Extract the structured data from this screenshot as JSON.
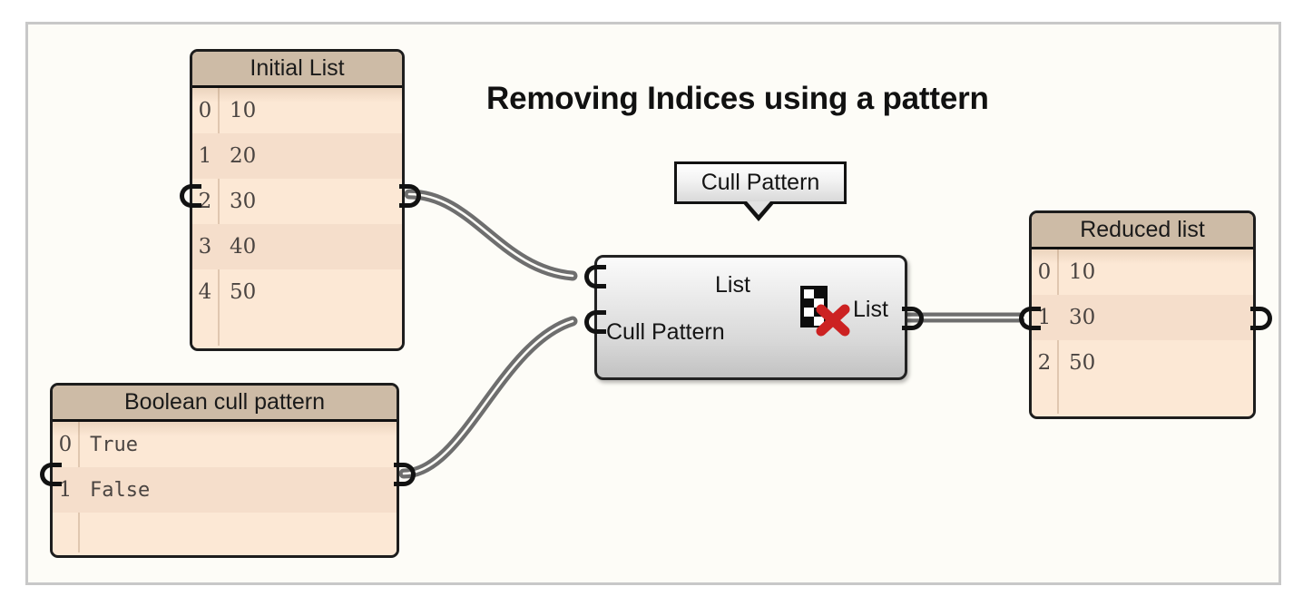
{
  "canvas": {
    "background_color": "#fdfcf7",
    "border_color": "#c8c8c8"
  },
  "title": "Removing Indices using a pattern",
  "panels": {
    "initial_list": {
      "title": "Initial List",
      "rows": [
        {
          "index": "0",
          "value": "10"
        },
        {
          "index": "1",
          "value": "20"
        },
        {
          "index": "2",
          "value": "30"
        },
        {
          "index": "3",
          "value": "40"
        },
        {
          "index": "4",
          "value": "50"
        }
      ]
    },
    "boolean_cull_pattern": {
      "title": "Boolean cull pattern",
      "rows": [
        {
          "index": "0",
          "value": "True"
        },
        {
          "index": "1",
          "value": "False"
        }
      ]
    },
    "reduced_list": {
      "title": "Reduced list",
      "rows": [
        {
          "index": "0",
          "value": "10"
        },
        {
          "index": "1",
          "value": "30"
        },
        {
          "index": "2",
          "value": "50"
        }
      ]
    }
  },
  "component": {
    "callout_label": "Cull Pattern",
    "inputs": [
      {
        "label": "List"
      },
      {
        "label": "Cull Pattern"
      }
    ],
    "output": {
      "label": "List"
    },
    "icon_name": "cull-pattern-icon",
    "accent_color": "#cc2222"
  },
  "wires": {
    "color": "#6e6e6e",
    "style": "double-line"
  }
}
